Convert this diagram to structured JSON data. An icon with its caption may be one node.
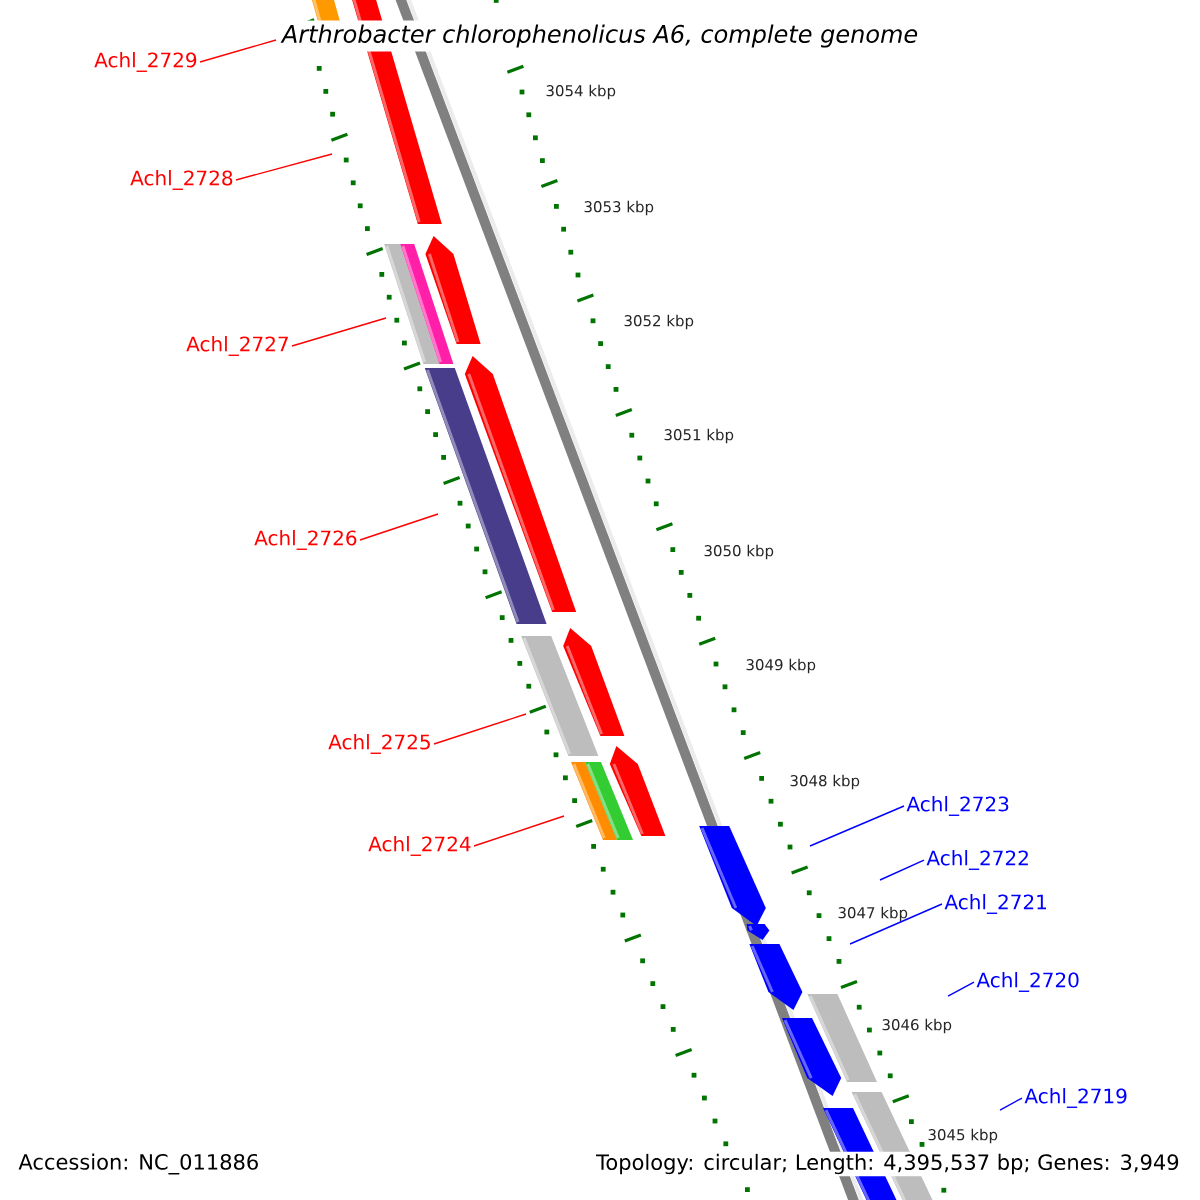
{
  "diagram": {
    "title": "Arthrobacter chlorophenolicus A6, complete genome",
    "nodes": [
      {
        "text": [
          "Achl_2729"
        ]
      },
      {
        "text": [
          "Achl_2728"
        ]
      },
      {
        "text": [
          "Achl_2727"
        ]
      },
      {
        "text": [
          "Achl_2726"
        ]
      },
      {
        "text": [
          "Achl_2725"
        ]
      },
      {
        "text": [
          "Achl_2724"
        ]
      },
      {
        "text": [
          "Achl_2723"
        ]
      },
      {
        "text": [
          "Achl_2722"
        ]
      },
      {
        "text": [
          "Achl_2721"
        ]
      },
      {
        "text": [
          "Achl_2720"
        ]
      },
      {
        "text": [
          "Achl_2719"
        ]
      }
    ],
    "edges": [
      {
        "from": 0,
        "to": null,
        "arrow": "none"
      },
      {
        "from": 1,
        "to": null,
        "arrow": "none"
      },
      {
        "from": 2,
        "to": null,
        "arrow": "none"
      },
      {
        "from": 3,
        "to": null,
        "arrow": "none"
      },
      {
        "from": 4,
        "to": null,
        "arrow": "none"
      },
      {
        "from": 5,
        "to": null,
        "arrow": "none"
      },
      {
        "from": 6,
        "to": null,
        "arrow": "none",
        "color": "#0000ff"
      },
      {
        "from": 7,
        "to": null,
        "arrow": "none",
        "color": "#0000ff"
      },
      {
        "from": 8,
        "to": null,
        "arrow": "none",
        "color": "#0000ff"
      },
      {
        "from": 9,
        "to": null,
        "arrow": "none",
        "color": "#0000ff"
      },
      {
        "from": 10,
        "to": null,
        "arrow": "none",
        "color": "#0000ff"
      }
    ],
    "labels": [
      "3054 kbp",
      "3053 kbp",
      "3052 kbp",
      "3051 kbp",
      "3050 kbp",
      "3049 kbp",
      "3048 kbp",
      "3047 kbp",
      "3046 kbp",
      "3045 kbp",
      "Accession: NC_011886",
      "Topology: circular; Length: 4,395,537 bp; Genes: 3,949"
    ]
  }
}
